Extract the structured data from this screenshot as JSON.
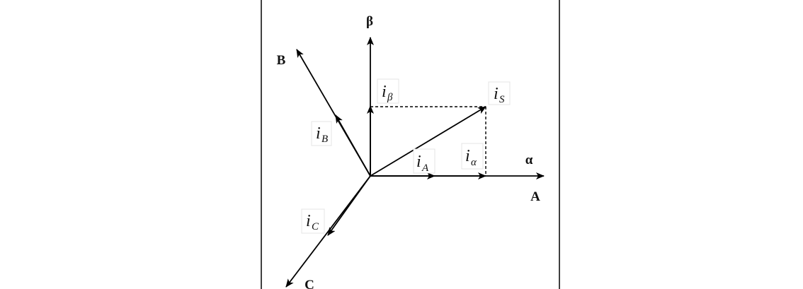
{
  "axes": {
    "alpha": "α",
    "beta": "β",
    "a": "A",
    "b": "B",
    "c": "C"
  },
  "vectors": {
    "i_s": {
      "main": "i",
      "sub": "S"
    },
    "i_alpha": {
      "main": "i",
      "sub": "α"
    },
    "i_beta": {
      "main": "i",
      "sub": "β"
    },
    "i_a": {
      "main": "i",
      "sub": "A"
    },
    "i_b": {
      "main": "i",
      "sub": "B"
    },
    "i_c": {
      "main": "i",
      "sub": "C"
    }
  },
  "colors": {
    "ink": "#000000",
    "background": "#ffffff"
  }
}
